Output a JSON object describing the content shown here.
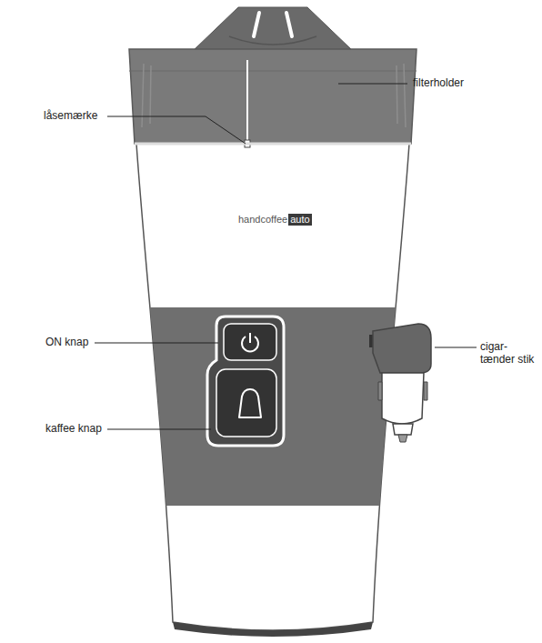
{
  "diagram": {
    "labels": [
      "låsemærke",
      "filterholder",
      "handcoffee",
      "auto",
      "ON knap",
      "kaffee knap",
      "cigar-tænder stik"
    ]
  }
}
